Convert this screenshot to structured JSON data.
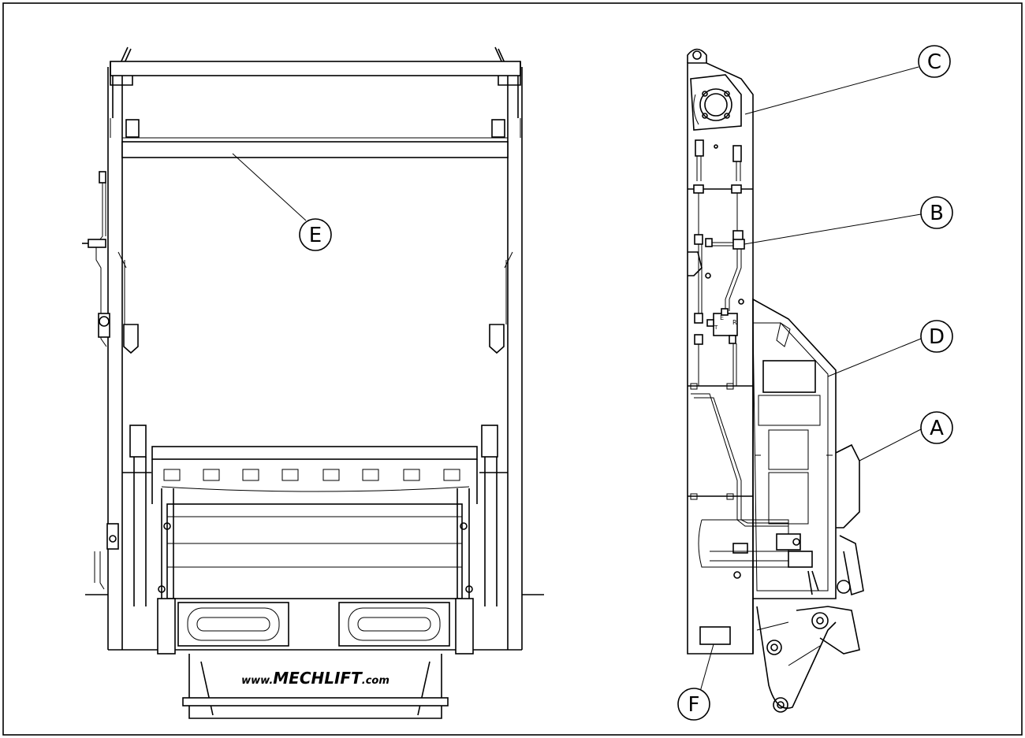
{
  "callouts": {
    "A": "A",
    "B": "B",
    "C": "C",
    "D": "D",
    "E": "E",
    "F": "F"
  },
  "valve_ports": {
    "E": "E",
    "R": "R",
    "T": "T"
  },
  "brand": {
    "prefix": "www.",
    "name": "MECHLIFT",
    "suffix": ".com"
  }
}
